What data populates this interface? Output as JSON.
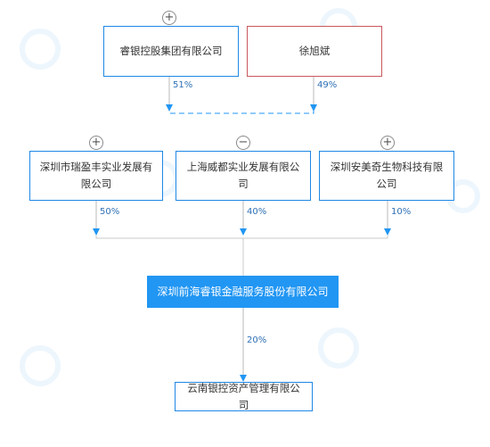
{
  "shareholders": [
    {
      "name": "睿银控股集团有限公司",
      "percent": "51%",
      "type": "company",
      "toggle": "+"
    },
    {
      "name": "徐旭斌",
      "percent": "49%",
      "type": "person"
    }
  ],
  "mid_companies": [
    {
      "name": "深圳市瑞盈丰实业发展有限公司",
      "percent": "50%",
      "toggle": "+"
    },
    {
      "name": "上海威都实业发展有限公司",
      "percent": "40%",
      "toggle": "−"
    },
    {
      "name": "深圳安美奇生物科技有限公司",
      "percent": "10%",
      "toggle": "+"
    }
  ],
  "center": {
    "name": "深圳前海睿银金融服务股份有限公司"
  },
  "subsidiary": {
    "name": "云南银控资产管理有限公司",
    "percent": "20%"
  },
  "colors": {
    "line": "#b8b8b8",
    "arrow": "#2196f3",
    "dash": "#2196f3",
    "center_bg": "#2196f3",
    "person_border": "#c9585e"
  }
}
